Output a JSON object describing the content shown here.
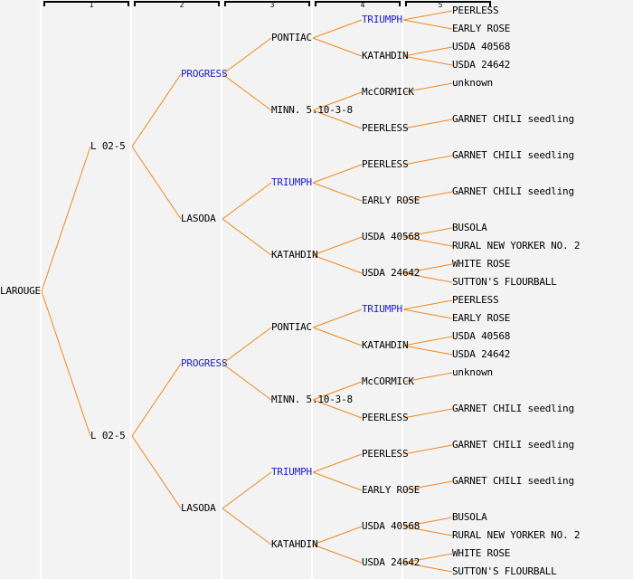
{
  "colors": {
    "background": "#f3f3f3",
    "link_line": "#f0891e",
    "linked_text": "#1a1ad6",
    "plain_text": "#000000",
    "separator": "#ffffff"
  },
  "generations": [
    "1",
    "2",
    "3",
    "4",
    "5"
  ],
  "tree": {
    "name": "LAROUGE",
    "children": [
      {
        "name": "L 02-5",
        "children": [
          {
            "name": "PROGRESS",
            "linked": true,
            "children": [
              {
                "name": "PONTIAC",
                "children": [
                  {
                    "name": "TRIUMPH",
                    "linked": true,
                    "children": [
                      {
                        "name": "PEERLESS"
                      },
                      {
                        "name": "EARLY ROSE"
                      }
                    ]
                  },
                  {
                    "name": "KATAHDIN",
                    "children": [
                      {
                        "name": "USDA 40568"
                      },
                      {
                        "name": "USDA 24642"
                      }
                    ]
                  }
                ]
              },
              {
                "name": "MINN. 5.10-3-8",
                "children": [
                  {
                    "name": "McCORMICK",
                    "children": [
                      {
                        "name": "unknown"
                      }
                    ]
                  },
                  {
                    "name": "PEERLESS",
                    "children": [
                      {
                        "name": "GARNET CHILI seedling"
                      }
                    ]
                  }
                ]
              }
            ]
          },
          {
            "name": "LASODA",
            "children": [
              {
                "name": "TRIUMPH",
                "linked": true,
                "children": [
                  {
                    "name": "PEERLESS",
                    "children": [
                      {
                        "name": "GARNET CHILI seedling"
                      }
                    ]
                  },
                  {
                    "name": "EARLY ROSE",
                    "children": [
                      {
                        "name": "GARNET CHILI seedling"
                      }
                    ]
                  }
                ]
              },
              {
                "name": "KATAHDIN",
                "children": [
                  {
                    "name": "USDA 40568",
                    "children": [
                      {
                        "name": "BUSOLA"
                      },
                      {
                        "name": "RURAL NEW YORKER NO. 2"
                      }
                    ]
                  },
                  {
                    "name": "USDA 24642",
                    "children": [
                      {
                        "name": "WHITE ROSE"
                      },
                      {
                        "name": "SUTTON'S FLOURBALL"
                      }
                    ]
                  }
                ]
              }
            ]
          }
        ]
      },
      {
        "name": "L 02-5",
        "children": [
          {
            "name": "PROGRESS",
            "linked": true,
            "children": [
              {
                "name": "PONTIAC",
                "children": [
                  {
                    "name": "TRIUMPH",
                    "linked": true,
                    "children": [
                      {
                        "name": "PEERLESS"
                      },
                      {
                        "name": "EARLY ROSE"
                      }
                    ]
                  },
                  {
                    "name": "KATAHDIN",
                    "children": [
                      {
                        "name": "USDA 40568"
                      },
                      {
                        "name": "USDA 24642"
                      }
                    ]
                  }
                ]
              },
              {
                "name": "MINN. 5.10-3-8",
                "children": [
                  {
                    "name": "McCORMICK",
                    "children": [
                      {
                        "name": "unknown"
                      }
                    ]
                  },
                  {
                    "name": "PEERLESS",
                    "children": [
                      {
                        "name": "GARNET CHILI seedling"
                      }
                    ]
                  }
                ]
              }
            ]
          },
          {
            "name": "LASODA",
            "children": [
              {
                "name": "TRIUMPH",
                "linked": true,
                "children": [
                  {
                    "name": "PEERLESS",
                    "children": [
                      {
                        "name": "GARNET CHILI seedling"
                      }
                    ]
                  },
                  {
                    "name": "EARLY ROSE",
                    "children": [
                      {
                        "name": "GARNET CHILI seedling"
                      }
                    ]
                  }
                ]
              },
              {
                "name": "KATAHDIN",
                "children": [
                  {
                    "name": "USDA 40568",
                    "children": [
                      {
                        "name": "BUSOLA"
                      },
                      {
                        "name": "RURAL NEW YORKER NO. 2"
                      }
                    ]
                  },
                  {
                    "name": "USDA 24642",
                    "children": [
                      {
                        "name": "WHITE ROSE"
                      },
                      {
                        "name": "SUTTON'S FLOURBALL"
                      }
                    ]
                  }
                ]
              }
            ]
          }
        ]
      }
    ]
  }
}
